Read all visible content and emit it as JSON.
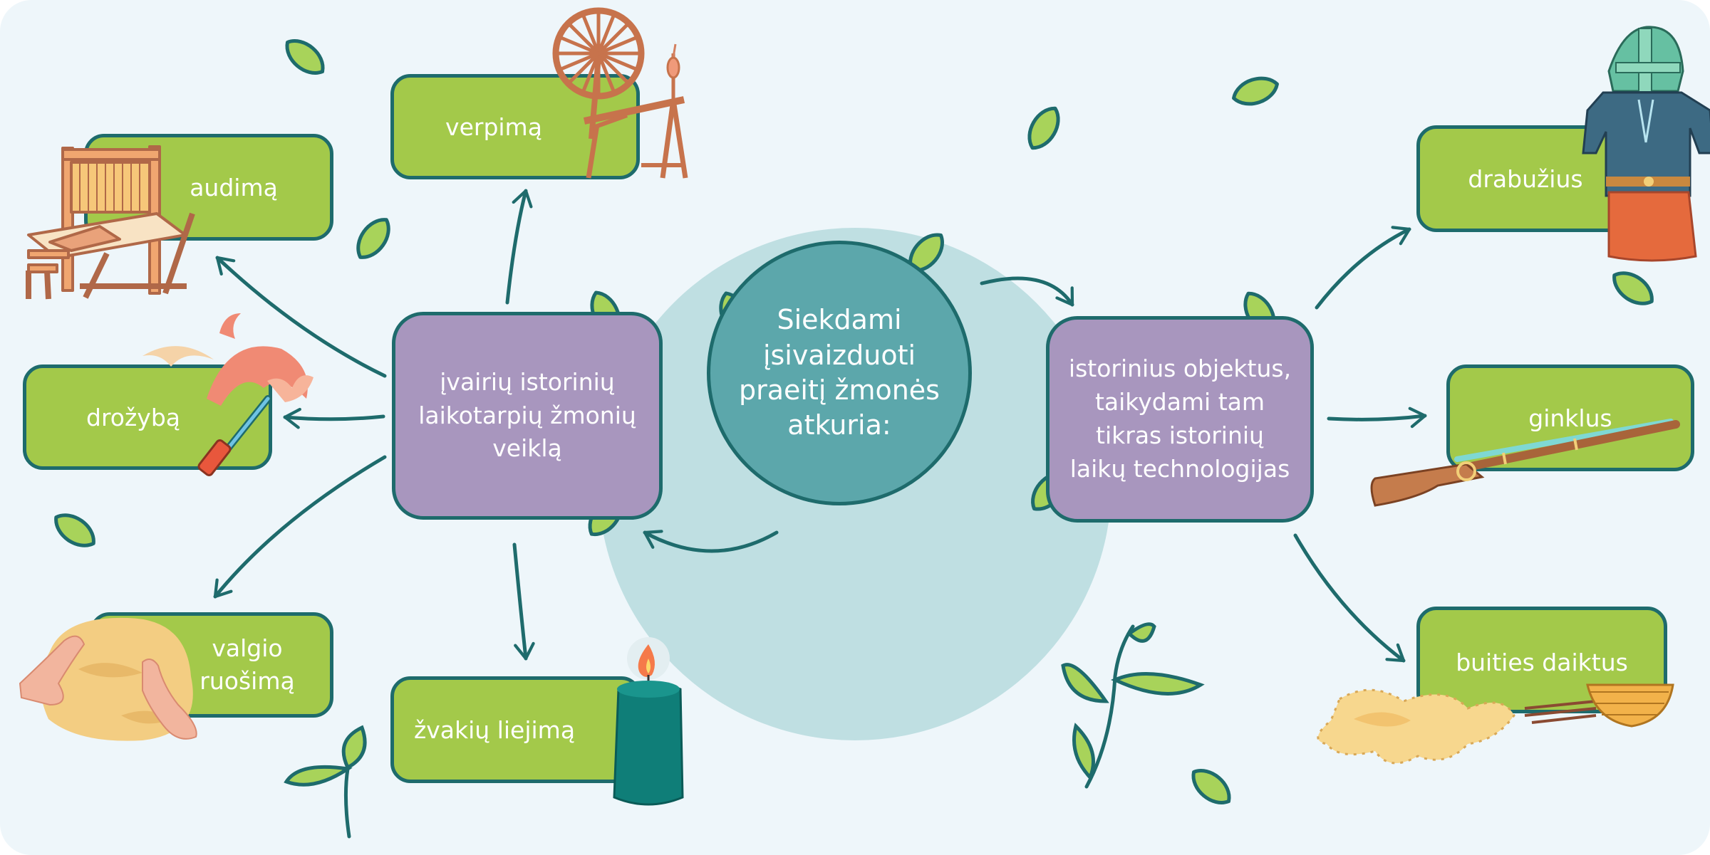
{
  "center_text": "Siekdami įsivaizduoti praeitį žmonės atkuria:",
  "left_hub_text": "įvairių istorinių laikotarpių žmonių veiklą",
  "right_hub_text": "istorinius objektus, taikydami tam tikras istorinių laikų technologijas",
  "left_items": {
    "audima": "audimą",
    "verpima": "verpimą",
    "drozyba": "drožybą",
    "valgio": "valgio ruošimą",
    "zvakiu": "žvakių liejimą"
  },
  "right_items": {
    "drabuzius": "drabužius",
    "ginklus": "ginklus",
    "buities": "buities daiktus"
  },
  "icons": [
    "loom-icon",
    "spinning-wheel-icon",
    "carving-chisel-icon",
    "dough-hands-icon",
    "candle-icon",
    "helmet-armor-icon",
    "musket-icon",
    "fur-hide-basket-icon",
    "leaf-icon",
    "sprout-icon"
  ],
  "colors": {
    "background": "#eef6fa",
    "big_circle": "#bfdfe2",
    "center_circle": "#5ca7ab",
    "hub": "#a896be",
    "item": "#a3c94a",
    "outline": "#1e6b6c",
    "leaf": "#a8d35a"
  }
}
